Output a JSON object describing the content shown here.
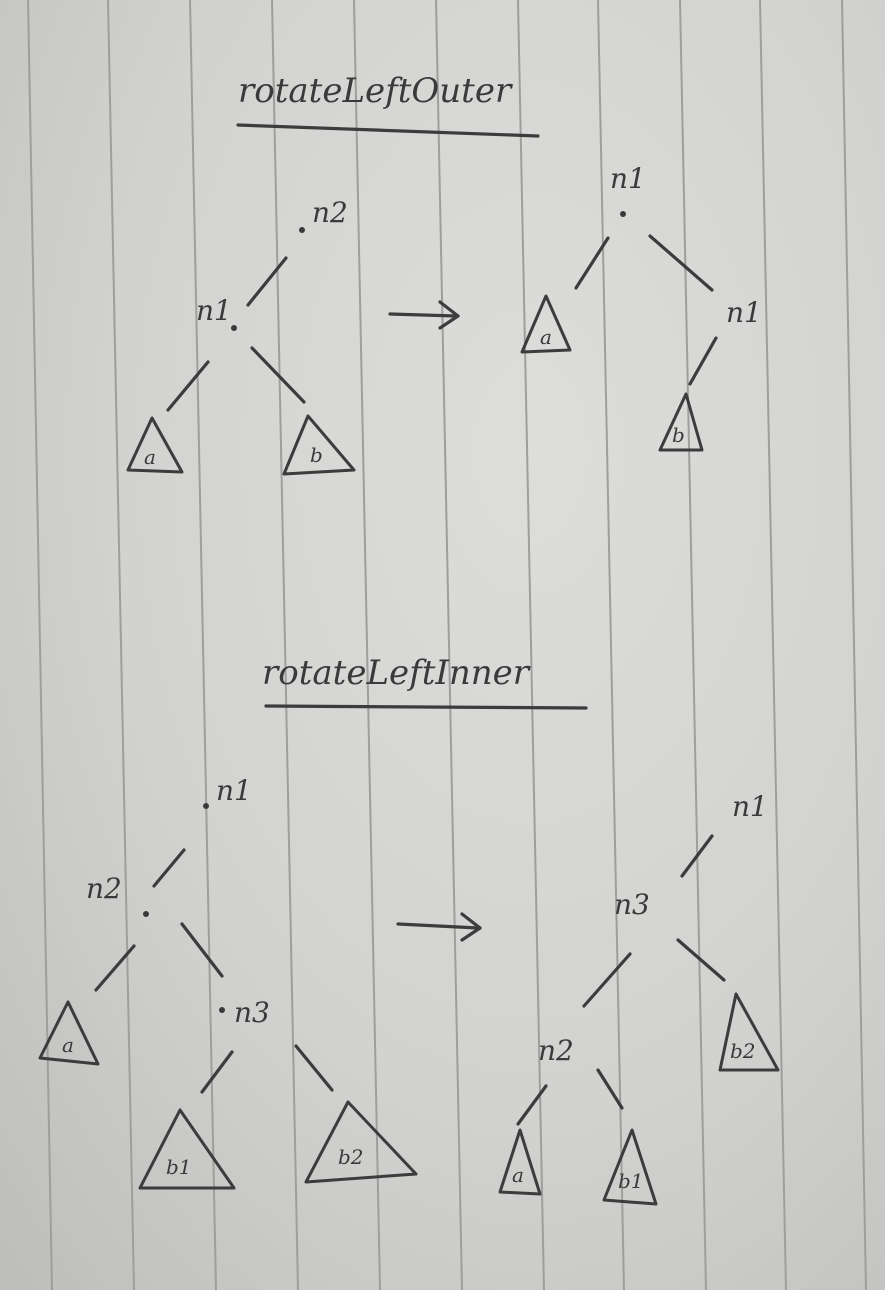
{
  "colors": {
    "paper": "#d6d6d4",
    "ink": "#3c3c3c",
    "rule_line": "#9e9e9c"
  },
  "outer": {
    "title": "rotateLeftOuter",
    "before": {
      "top": "n2",
      "child": "n1",
      "left_leaf": "a",
      "right_leaf": "b"
    },
    "after": {
      "top": "n1",
      "child": "n1",
      "left_leaf": "a",
      "right_leaf": "b"
    }
  },
  "inner": {
    "title": "rotateLeftInner",
    "before": {
      "top": "n1",
      "mid": "n2",
      "low": "n3",
      "left_leaf": "a",
      "leaf_b1": "b1",
      "leaf_b2": "b2"
    },
    "after": {
      "top": "n1",
      "mid": "n3",
      "low": "n2",
      "leaf_a": "a",
      "leaf_b1": "b1",
      "leaf_b2": "b2"
    }
  }
}
